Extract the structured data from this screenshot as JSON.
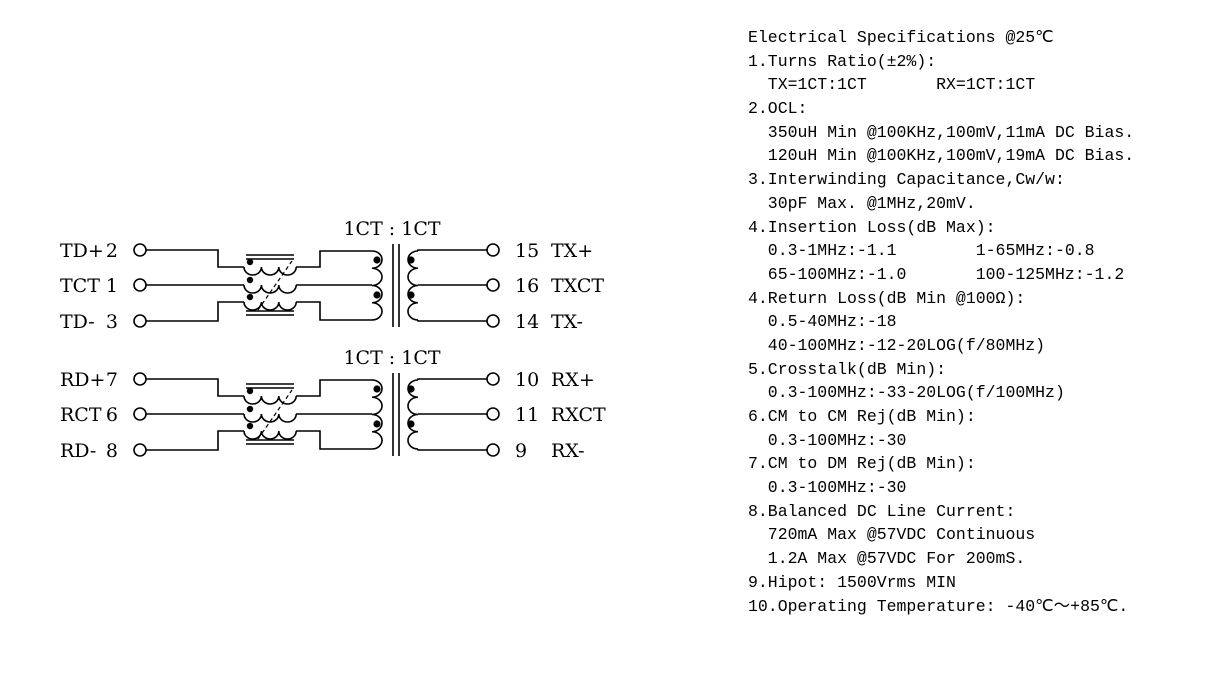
{
  "schematic": {
    "channels": [
      {
        "ratio_label": "1CT : 1CT",
        "left_pins": [
          {
            "label": "TD+",
            "number": "2"
          },
          {
            "label": "TCT",
            "number": "1"
          },
          {
            "label": "TD-",
            "number": "3"
          }
        ],
        "right_pins": [
          {
            "number": "15",
            "label": "TX+"
          },
          {
            "number": "16",
            "label": "TXCT"
          },
          {
            "number": "14",
            "label": "TX-"
          }
        ]
      },
      {
        "ratio_label": "1CT : 1CT",
        "left_pins": [
          {
            "label": "RD+",
            "number": "7"
          },
          {
            "label": "RCT",
            "number": "6"
          },
          {
            "label": "RD-",
            "number": "8"
          }
        ],
        "right_pins": [
          {
            "number": "10",
            "label": "RX+"
          },
          {
            "number": "11",
            "label": "RXCT"
          },
          {
            "number": "9",
            "label": "RX-"
          }
        ]
      }
    ]
  },
  "specs": [
    "Electrical Specifications @25℃",
    "1.Turns Ratio(±2%):",
    "  TX=1CT:1CT       RX=1CT:1CT",
    "2.OCL:",
    "  350uH Min @100KHz,100mV,11mA DC Bias.",
    "  120uH Min @100KHz,100mV,19mA DC Bias.",
    "3.Interwinding Capacitance,Cw/w:",
    "  30pF Max. @1MHz,20mV.",
    "4.Insertion Loss(dB Max):",
    "  0.3-1MHz:-1.1        1-65MHz:-0.8",
    "  65-100MHz:-1.0       100-125MHz:-1.2",
    "4.Return Loss(dB Min @100Ω):",
    "  0.5-40MHz:-18",
    "  40-100MHz:-12-20LOG(f/80MHz)",
    "5.Crosstalk(dB Min):",
    "  0.3-100MHz:-33-20LOG(f/100MHz)",
    "6.CM to CM Rej(dB Min):",
    "  0.3-100MHz:-30",
    "7.CM to DM Rej(dB Min):",
    "  0.3-100MHz:-30",
    "8.Balanced DC Line Current:",
    "  720mA Max @57VDC Continuous",
    "  1.2A Max @57VDC For 200mS.",
    "9.Hipot: 1500Vrms MIN",
    "10.Operating Temperature: -40℃～+85℃."
  ]
}
